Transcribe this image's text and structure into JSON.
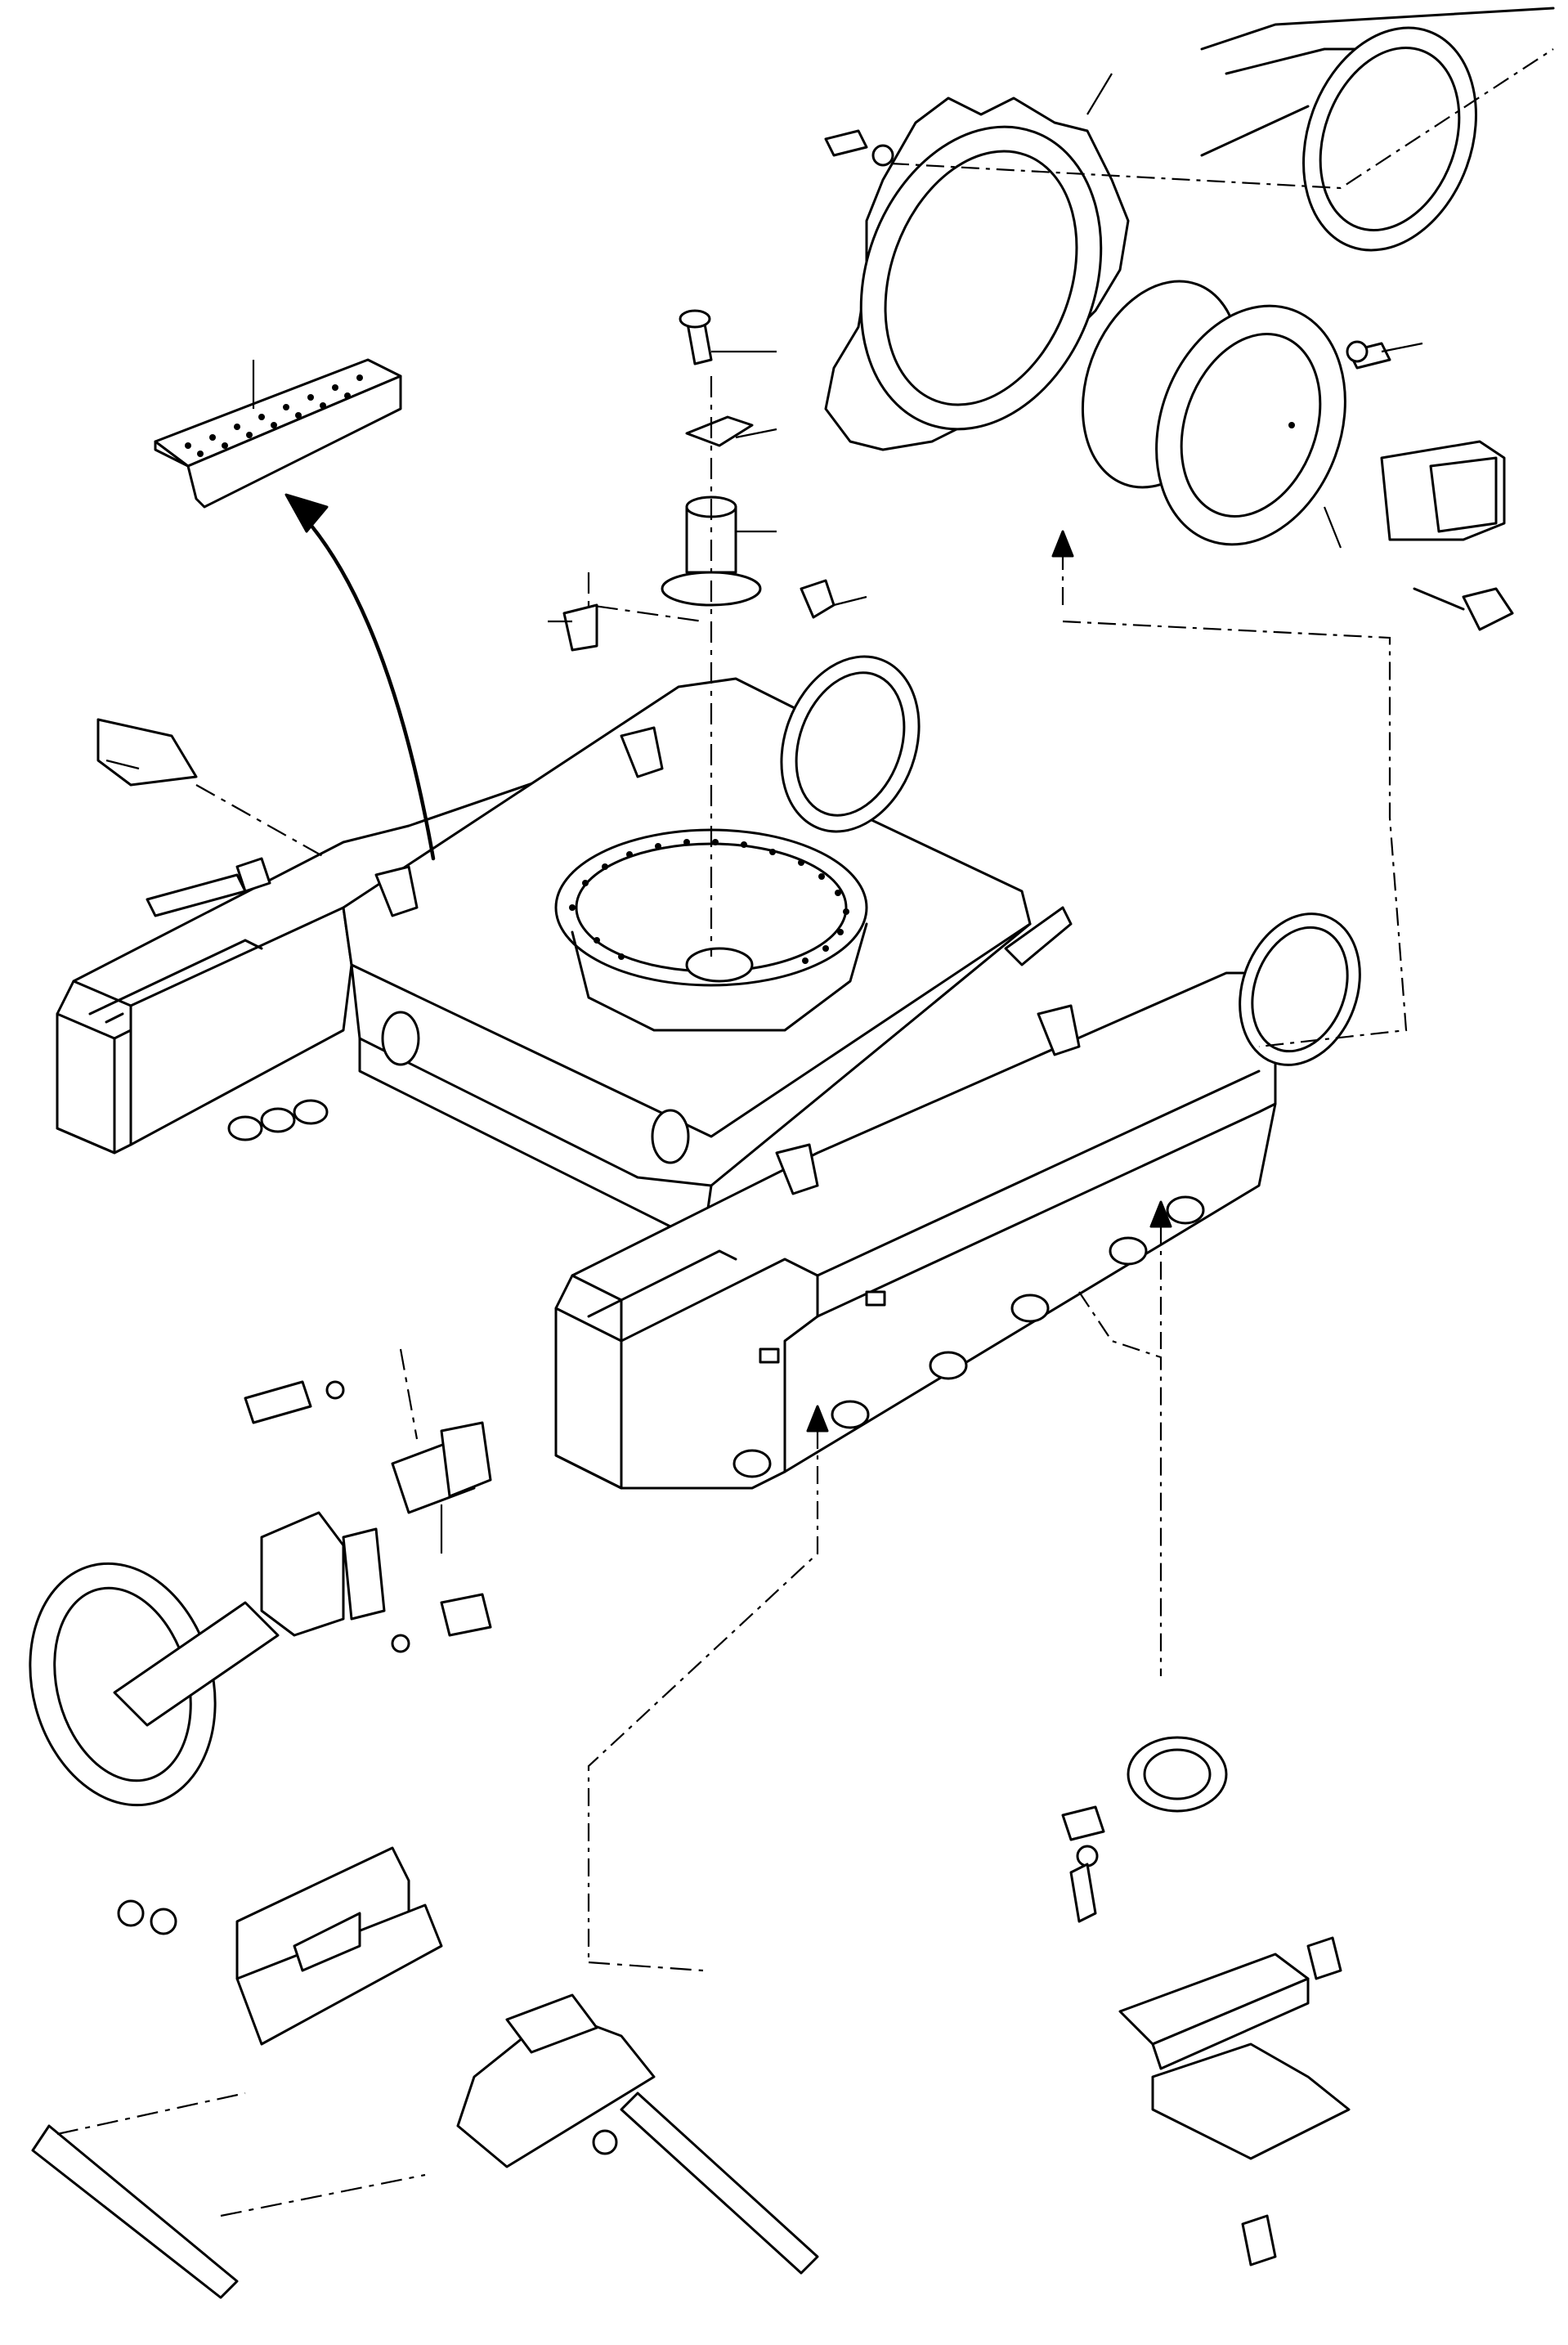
{
  "title": "",
  "parts": [
    {
      "id": "shoe-guard-plate",
      "icon": "perforated-plate-icon"
    },
    {
      "id": "sprocket",
      "icon": "sprocket-icon"
    },
    {
      "id": "travel-motor",
      "icon": "travel-motor-icon"
    },
    {
      "id": "track-frame",
      "icon": "track-frame-icon"
    },
    {
      "id": "center-joint",
      "icon": "swivel-joint-icon"
    },
    {
      "id": "idler",
      "icon": "idler-wheel-icon"
    },
    {
      "id": "track-adjuster",
      "icon": "cylinder-icon"
    },
    {
      "id": "track-roller",
      "icon": "roller-icon"
    },
    {
      "id": "track-link",
      "icon": "track-chain-icon"
    },
    {
      "id": "track-shoe",
      "icon": "shoe-plate-icon"
    },
    {
      "id": "track-guide",
      "icon": "bracket-icon"
    },
    {
      "id": "pin",
      "icon": "pin-icon"
    },
    {
      "id": "bolt",
      "icon": "bolt-icon"
    }
  ]
}
